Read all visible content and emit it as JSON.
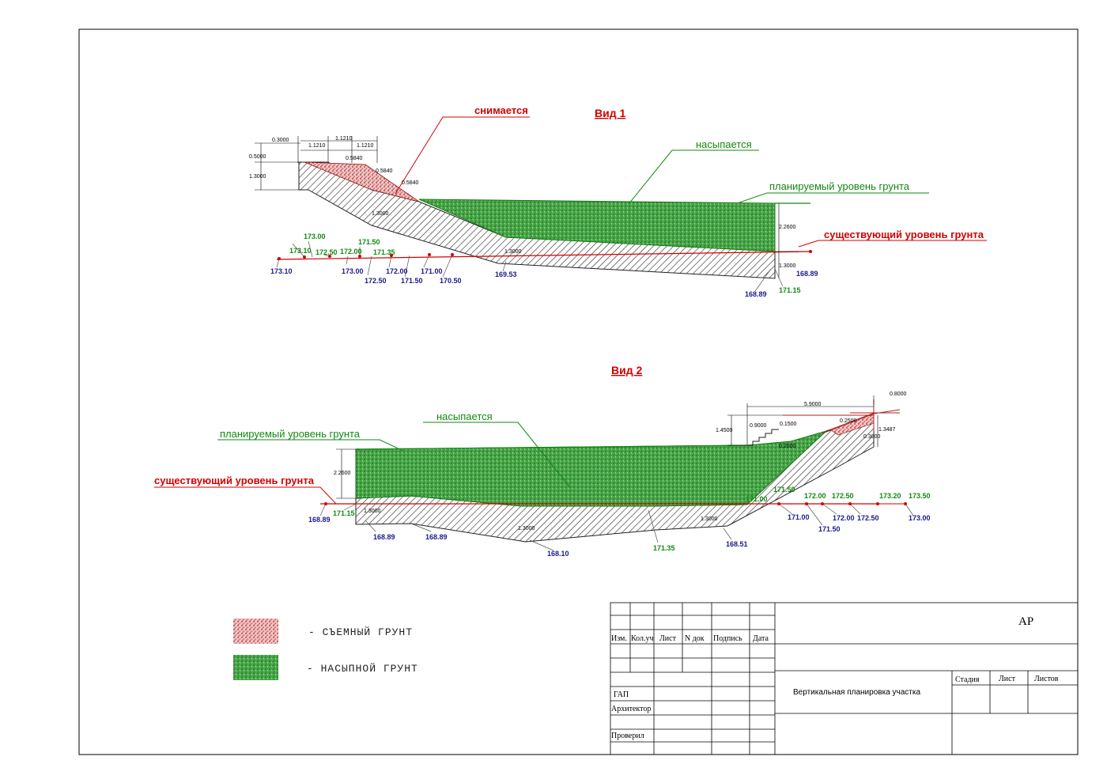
{
  "views": {
    "view1": {
      "title": "Вид 1",
      "removed_label": "снимается",
      "fill_label": "насыпается",
      "planned_label": "планируемый  уровень грунта",
      "existing_label": "существующий уровень грунта",
      "dims": [
        "0.3000",
        "0.5000",
        "1.3000",
        "1.1210",
        "1.1210",
        "1.1210",
        "0.5840",
        "0.5840",
        "0.5840",
        "1.3000",
        "2.2600",
        "1.3000",
        "1.3000"
      ],
      "elev_green": [
        "173.00",
        "173.10",
        "172.50",
        "172.00",
        "171.50",
        "171.35",
        "171.15"
      ],
      "elev_blue": [
        "173.10",
        "173.00",
        "172.50",
        "172.00",
        "171.50",
        "171.00",
        "170.50",
        "169.53",
        "168.89",
        "168.89"
      ]
    },
    "view2": {
      "title": "Вид 2",
      "fill_label": "насыпается",
      "planned_label": "планируемый  уровень грунта",
      "existing_label": "существующий уровень грунта",
      "dims": [
        "2.2600",
        "1.3000",
        "1.3000",
        "1.3000",
        "5.9000",
        "0.8000",
        "1.4500",
        "0.9000",
        "0.1500",
        "0.2500",
        "0.3000",
        "1.3487",
        "0.2000"
      ],
      "elev_green": [
        "171.15",
        "171.35",
        "171.50",
        "172.00",
        "172.50",
        "173.20",
        "173.50",
        "171.00"
      ],
      "elev_blue": [
        "168.89",
        "168.89",
        "168.89",
        "168.10",
        "168.51",
        "171.00",
        "171.50",
        "172.00",
        "172.50",
        "173.00"
      ]
    }
  },
  "legend": {
    "removed": "- СЪЕМНЫЙ ГРУНТ",
    "fill": "- НАСЫПНОЙ ГРУНТ"
  },
  "title_block": {
    "code": "АР",
    "headers": [
      "Изм.",
      "Кол.уч",
      "Лист",
      "N док",
      "Подпись",
      "Дата"
    ],
    "roles": [
      "ГАП",
      "Архитектор",
      "Проверил"
    ],
    "sheet_title": "Вертикальная планировка участка",
    "stage_headers": [
      "Стадия",
      "Лист",
      "Листов"
    ]
  },
  "colors": {
    "red": "#d40000",
    "green": "#118a11",
    "blue": "#1a1a8c",
    "fill_green": "#2fa02f",
    "removed_red": "#cc2a2a"
  }
}
